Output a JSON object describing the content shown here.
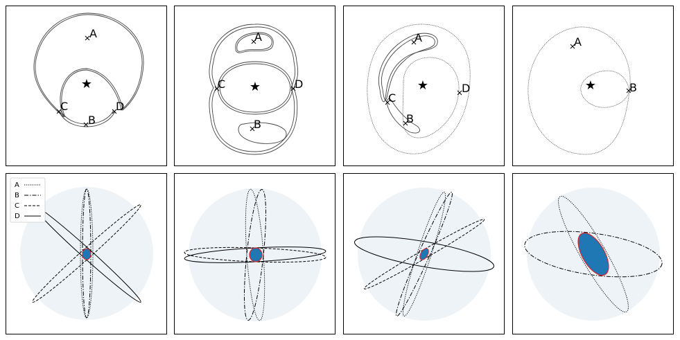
{
  "top_panels": [
    {
      "labels": {
        "A": "A",
        "B": "B",
        "C": "C",
        "D": "D"
      }
    },
    {
      "labels": {
        "A": "A",
        "B": "B",
        "C": "C",
        "D": "D"
      }
    },
    {
      "labels": {
        "A": "A",
        "B": "B",
        "C": "C",
        "D": "D"
      }
    },
    {
      "labels": {
        "A": "A",
        "B": "B"
      }
    }
  ],
  "legend": {
    "entries": [
      {
        "label": "A",
        "style": "dotted"
      },
      {
        "label": "B",
        "style": "dashdot"
      },
      {
        "label": "C",
        "style": "dashed"
      },
      {
        "label": "D",
        "style": "solid"
      }
    ]
  },
  "colors": {
    "disk_fill": "#eef3f8",
    "blob_fill": "#1f77b4",
    "blob_outline": "#d62728",
    "line": "#000000"
  }
}
